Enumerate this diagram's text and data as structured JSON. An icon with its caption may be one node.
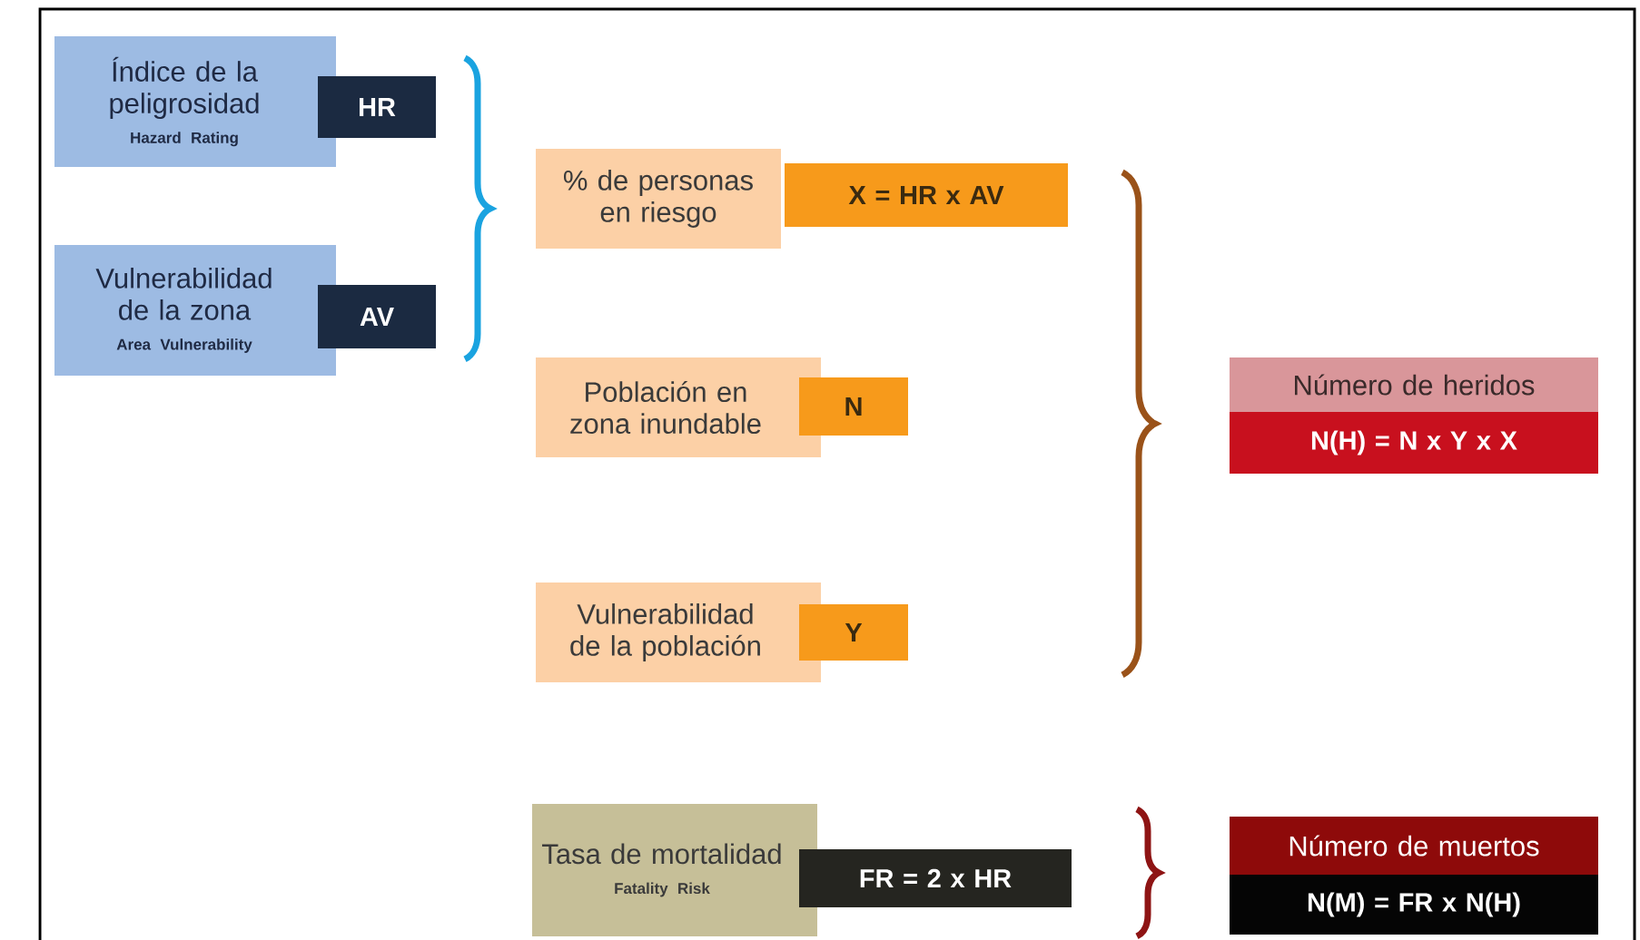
{
  "diagram": {
    "nodes": [
      {
        "text": [
          "Índice de la peligrosidad",
          "Hazard Rating"
        ]
      },
      {
        "text": [
          "HR"
        ]
      },
      {
        "text": [
          "Vulnerabilidad de la zona",
          "Area Vulnerability"
        ]
      },
      {
        "text": [
          "AV"
        ]
      },
      {
        "text": [
          "% de personas en riesgo"
        ]
      },
      {
        "text": [
          "X = HR x AV"
        ]
      },
      {
        "text": [
          "Población en zona inundable"
        ]
      },
      {
        "text": [
          "N"
        ]
      },
      {
        "text": [
          "Vulnerabilidad de la población"
        ]
      },
      {
        "text": [
          "Y"
        ]
      },
      {
        "text": [
          "Número de heridos"
        ]
      },
      {
        "text": [
          "N(H) = N x Y x X"
        ]
      },
      {
        "text": [
          "Tasa de mortalidad",
          "Fatality Risk"
        ]
      },
      {
        "text": [
          "FR = 2 x HR"
        ]
      },
      {
        "text": [
          "Número de muertos"
        ]
      },
      {
        "text": [
          "N(M) = FR x N(H)"
        ]
      }
    ]
  }
}
